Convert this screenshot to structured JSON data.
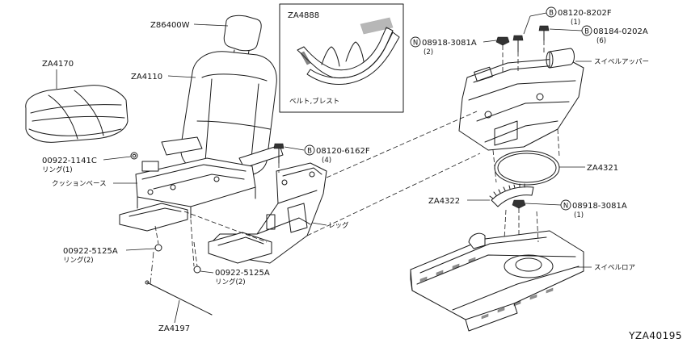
{
  "catalog_code": "YZA40195",
  "parts": {
    "headrest": "Z86400W",
    "seat_back": "ZA4110",
    "cushion_pad": "ZA4170",
    "belt_inset": "ZA4888",
    "belt_caption": "ベルト,ブレスト",
    "ring_1141c": "00922-1141C",
    "ring_1141c_sub": "リング(1)",
    "cushion_base": "クッションベース",
    "bolt_6162f": "08120-6162F",
    "bolt_6162f_sym": "B",
    "bolt_6162f_qty": "(4)",
    "leg": "レッグ",
    "ring_5125a_left": "00922-5125A",
    "ring_5125a_left_sub": "リング(2)",
    "ring_5125a_center": "00922-5125A",
    "ring_5125a_center_sub": "リング(2)",
    "rod": "ZA4197",
    "bolt_8202f": "08120-8202F",
    "bolt_8202f_sym": "B",
    "bolt_8202f_qty": "(1)",
    "nut_3081a_top": "08918-3081A",
    "nut_3081a_top_sym": "N",
    "nut_3081a_top_qty": "(2)",
    "bolt_0202a": "08184-0202A",
    "bolt_0202a_sym": "B",
    "bolt_0202a_qty": "(6)",
    "swivel_upper": "スイベルアッパー",
    "ring_plate": "ZA4321",
    "gear_segment": "ZA4322",
    "nut_3081a_low": "08918-3081A",
    "nut_3081a_low_sym": "N",
    "nut_3081a_low_qty": "(1)",
    "swivel_lower": "スイベルロア"
  }
}
